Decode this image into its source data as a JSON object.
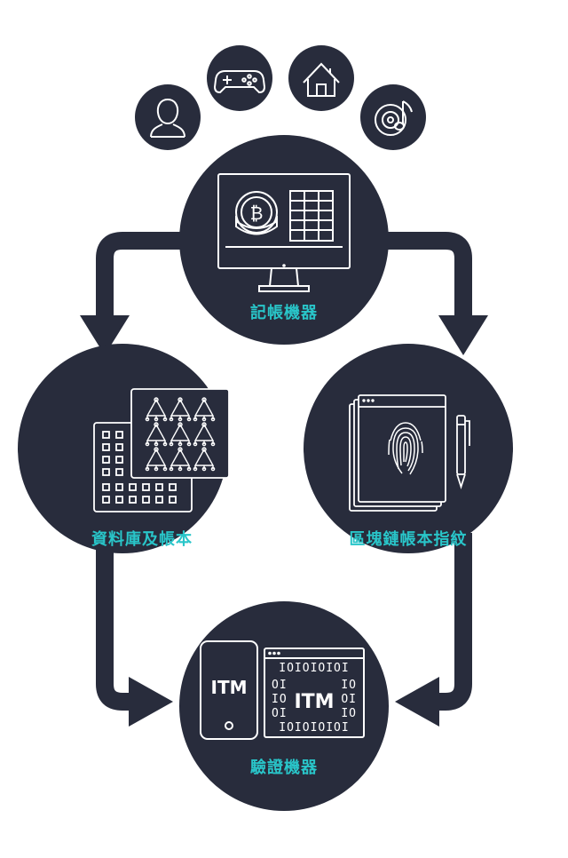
{
  "colors": {
    "node": "#282c3c",
    "accent": "#29c5c9",
    "line": "#ffffff",
    "background": "#ffffff"
  },
  "nodes": {
    "recorder": {
      "label": "記帳機器",
      "icon": "monitor-bitcoin-icon"
    },
    "database": {
      "label": "資料庫及帳本",
      "icon": "database-ledger-icon"
    },
    "fingerprint": {
      "label": "區塊鏈帳本指紋",
      "icon": "fingerprint-document-icon"
    },
    "verifier": {
      "label": "驗證機器",
      "icon": "phone-browser-itm-icon",
      "phone_text": "ITM",
      "browser_text": "ITM",
      "binary_rows": [
        "IOIOIOIOI",
        "OI",
        "IO",
        "IO",
        "OI",
        "OI",
        "IO",
        "IOIOIOIOI"
      ]
    }
  },
  "top_icons": [
    {
      "name": "user-icon"
    },
    {
      "name": "gamepad-icon"
    },
    {
      "name": "home-icon"
    },
    {
      "name": "music-disc-icon"
    }
  ]
}
